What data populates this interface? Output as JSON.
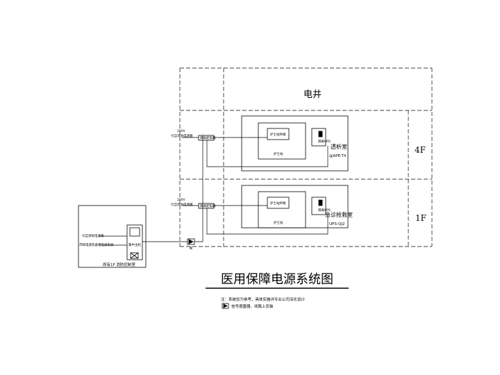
{
  "zones": {
    "shaft_label": "电井",
    "floor_4": "4F",
    "floor_1": "1F"
  },
  "floor4": {
    "voltage": "220V",
    "supply_note": "引自消防电源箱",
    "panel_label": "隔离配电箱",
    "terminal_label": "护士站终端",
    "station_label": "护士站",
    "ups_label": "隔离UPS",
    "room_name": "透析室",
    "room_code": "@APE-TX"
  },
  "floor1": {
    "voltage": "220V",
    "supply_note": "引自消防电源箱",
    "panel_label": "隔离配电箱",
    "terminal_label": "护士站终端",
    "station_label": "护士站",
    "ups_label": "隔离UPS",
    "room_name": "急诊抢救室",
    "room_code": "UPS-QJ2"
  },
  "control_room": {
    "input_1": "引自消防电源箱",
    "input_2": "市政电源及备用电源系统",
    "host_label": "集中主机",
    "room_label": "原有1F 消防控制室"
  },
  "breaker_label": "断",
  "title": "医用保障电源系统图",
  "notes": {
    "line_1": "注：系统仅为参考，具体实施详专业公司深化设计",
    "line_2": "信号避雷器，线路上安装"
  }
}
